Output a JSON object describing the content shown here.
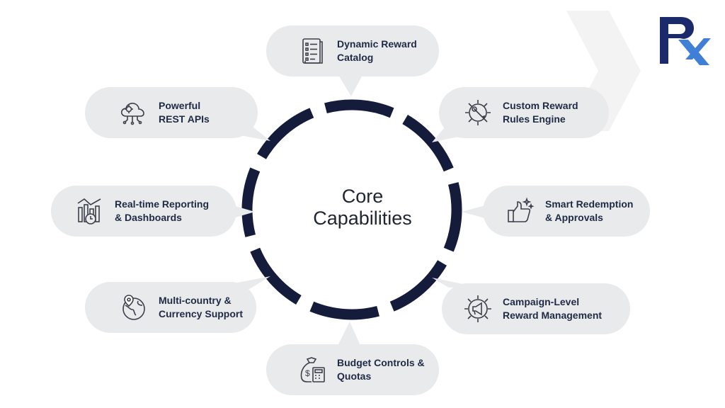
{
  "center": {
    "line1": "Core",
    "line2": "Capabilities"
  },
  "capabilities": [
    {
      "line1": "Dynamic Reward",
      "line2": "Catalog",
      "icon": "catalog-list-icon"
    },
    {
      "line1": "Custom Reward",
      "line2": "Rules Engine",
      "icon": "gear-wrench-icon"
    },
    {
      "line1": "Smart Redemption",
      "line2": "& Approvals",
      "icon": "thumbs-up-icon"
    },
    {
      "line1": "Campaign-Level",
      "line2": "Reward Management",
      "icon": "gear-megaphone-icon"
    },
    {
      "line1": "Budget Controls &",
      "line2": "Quotas",
      "icon": "money-bag-calculator-icon"
    },
    {
      "line1": "Multi-country &",
      "line2": "Currency Support",
      "icon": "globe-pin-icon"
    },
    {
      "line1": "Real-time Reporting",
      "line2": "& Dashboards",
      "icon": "bar-chart-clock-icon"
    },
    {
      "line1": "Powerful",
      "line2": "REST APIs",
      "icon": "cloud-gear-icon"
    }
  ],
  "colors": {
    "ring": "#151b3b",
    "bubble": "#e9eaec",
    "text": "#1f2a44",
    "logo_dark": "#1b2a6b",
    "logo_light": "#3f7fd6"
  },
  "logo": {
    "name": "fx-logo"
  }
}
